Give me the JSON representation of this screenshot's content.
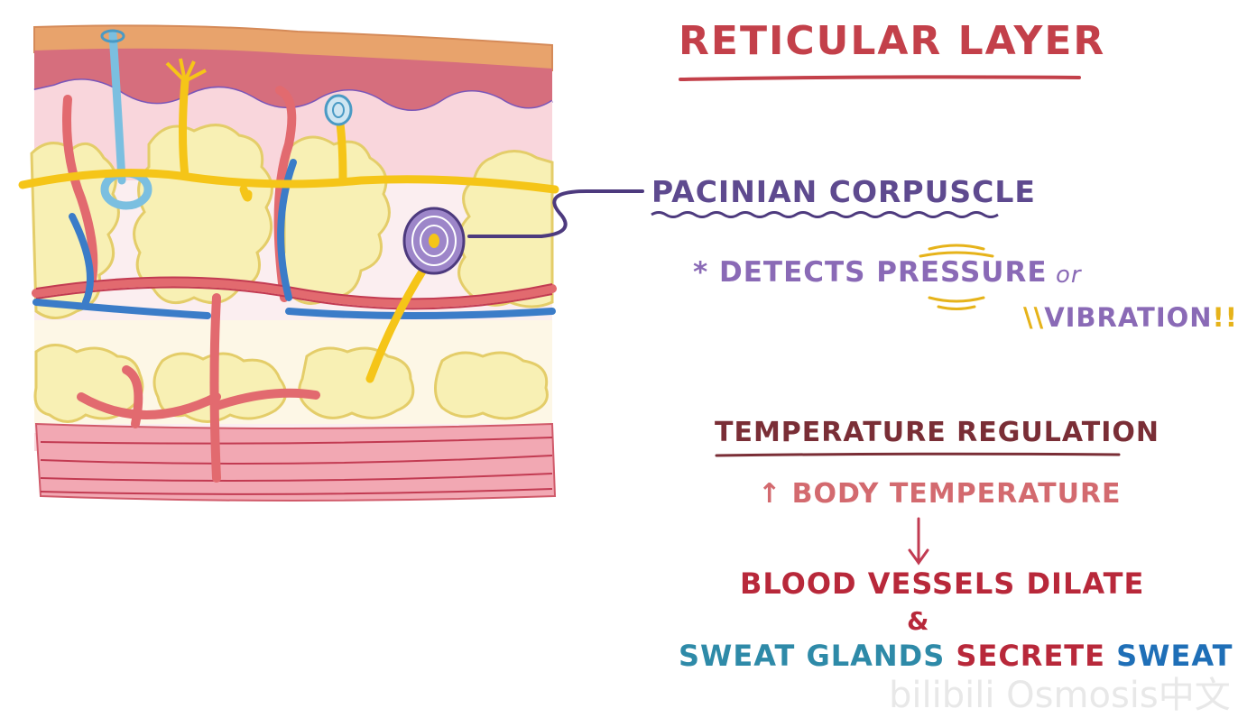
{
  "title": "RETICULAR LAYER",
  "pacinian_label": "PACINIAN CORPUSCLE",
  "detects": {
    "star": "*",
    "prefix": "DETECTS ",
    "pressure": "PRESSURE",
    "or": "or",
    "vibration": "VIBRATION",
    "vib_mark_left": "\\\\",
    "vib_mark_right": "!!"
  },
  "temperature": {
    "heading": "TEMPERATURE REGULATION",
    "body_temp": "↑ BODY TEMPERATURE",
    "arrow": "↓",
    "vessels": "BLOOD VESSELS DILATE",
    "amp": "&",
    "sweat_part1": "SWEAT GLANDS ",
    "sweat_part2": "SECRETE ",
    "sweat_part3": "SWEAT"
  },
  "watermark": "bilibili Osmosis中文",
  "colors": {
    "title": "#c3404a",
    "pacinian": "#5e4a8f",
    "fat": "#f8f0b4",
    "nerve": "#f5c518",
    "artery": "#e26a6f",
    "vein": "#3b7cc8"
  }
}
